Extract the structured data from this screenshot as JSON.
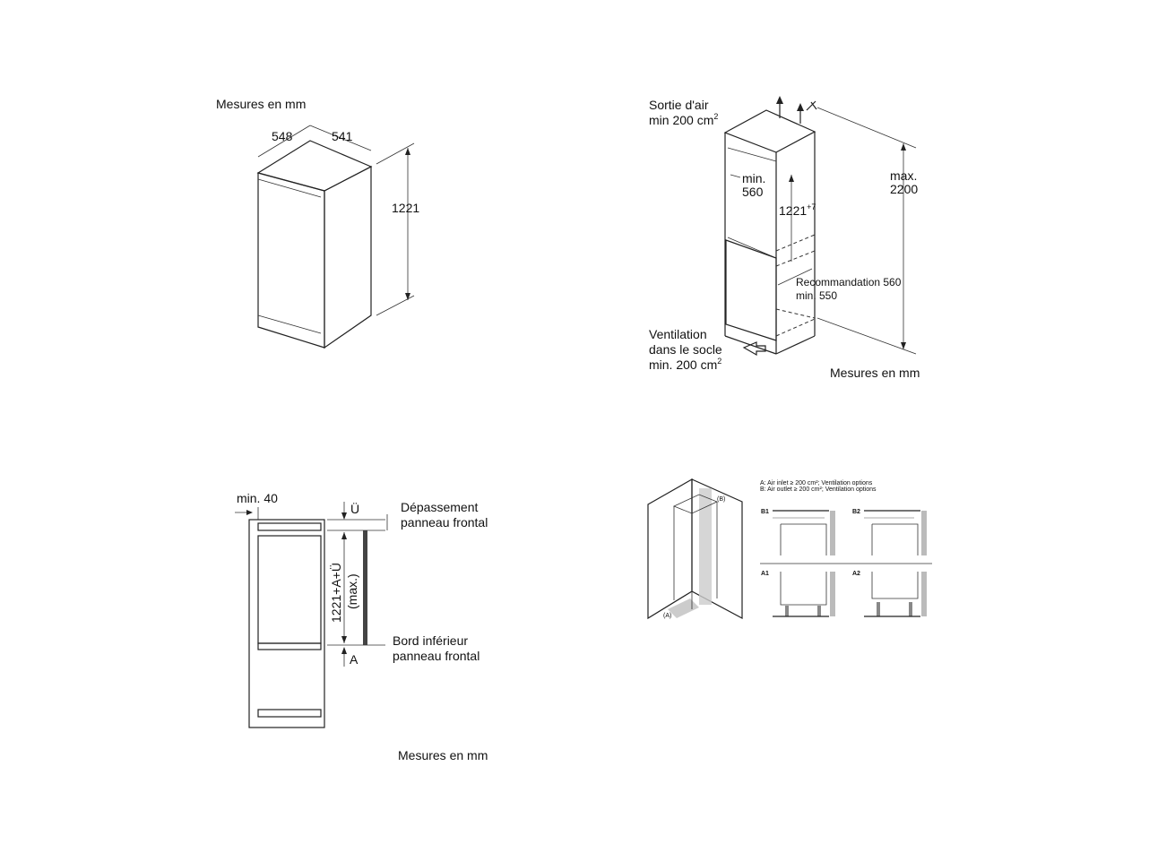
{
  "drawing1": {
    "units": "Mesures en mm",
    "depth": "548",
    "width": "541",
    "height": "1221"
  },
  "drawing2": {
    "air_out_line1": "Sortie d'air",
    "air_out_line2": "min 200 cm",
    "sup2": "2",
    "niche_width_line1": "min.",
    "niche_width_line2": "560",
    "niche_height": "1221",
    "niche_height_tol": "+7",
    "max_line1": "max.",
    "max_line2": "2200",
    "depth_line1": "Recommandation 560",
    "depth_line2": "min. 550",
    "vent_line1": "Ventilation",
    "vent_line2": "dans le socle",
    "vent_line3": "min. 200 cm",
    "units": "Mesures en mm"
  },
  "drawing3": {
    "min_gap": "min. 40",
    "u_label": "Ü",
    "a_label": "A",
    "overhang_line1": "Dépassement",
    "overhang_line2": "panneau frontal",
    "height_line1": "1221+A+Ü",
    "height_line2": "(max.)",
    "bottom_line1": "Bord inférieur",
    "bottom_line2": "panneau frontal",
    "units": "Mesures en mm"
  },
  "drawing4": {
    "legend_a": "A: Air inlet ≥ 200 cm²; Ventilation options",
    "legend_b": "B: Air outlet ≥ 200 cm²; Ventilation options",
    "label_a": "(A)",
    "label_b": "(B)",
    "panel_b1": "B1",
    "panel_b2": "B2",
    "panel_a1": "A1",
    "panel_a2": "A2"
  }
}
